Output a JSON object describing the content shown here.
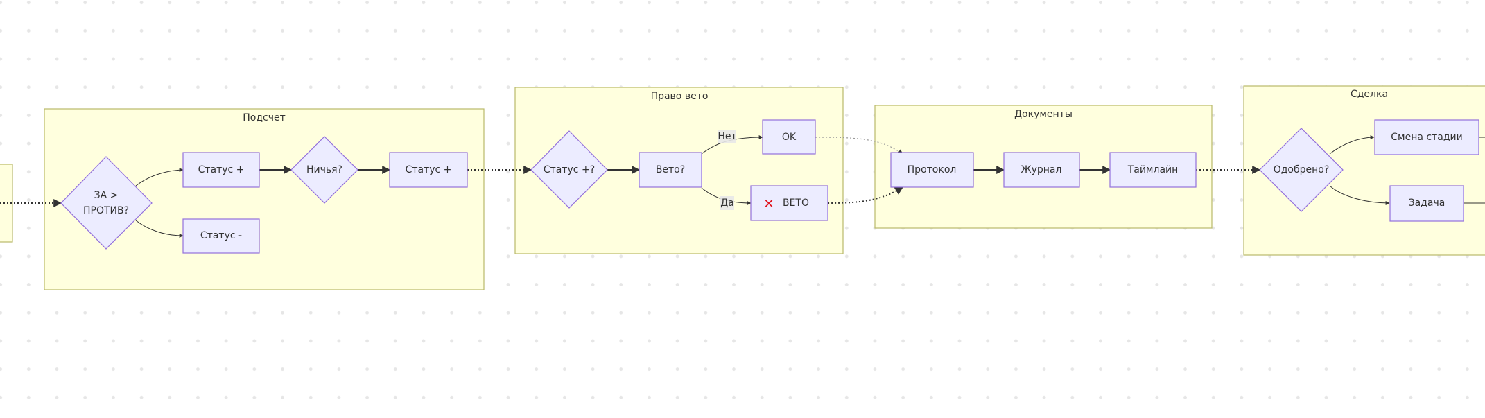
{
  "colors": {
    "cluster_fill": "#ffffde",
    "cluster_stroke": "#b9b96a",
    "node_fill": "#ececff",
    "node_stroke": "#9370db",
    "edge": "#333333",
    "veto_mark": "#e0141e"
  },
  "clusters": {
    "podschet": "Подсчет",
    "veto": "Право вето",
    "documents": "Документы",
    "deal": "Сделка"
  },
  "nodes": {
    "za_line1": "ЗА >",
    "za_line2": "ПРОТИВ?",
    "status_plus_1": "Статус +",
    "status_minus": "Статус -",
    "draw": "Ничья?",
    "status_plus_2": "Статус +",
    "status_plus_check": "Статус +?",
    "veto_check": "Вето?",
    "ok": "OK",
    "veto_mark_icon": "cross-mark-icon",
    "veto_text": "ВЕТО",
    "protocol": "Протокол",
    "journal": "Журнал",
    "timeline": "Таймлайн",
    "approved": "Одобрено?",
    "stage_change": "Смена стадии",
    "task": "Задача"
  },
  "edge_labels": {
    "no": "Нет",
    "yes": "Да"
  }
}
